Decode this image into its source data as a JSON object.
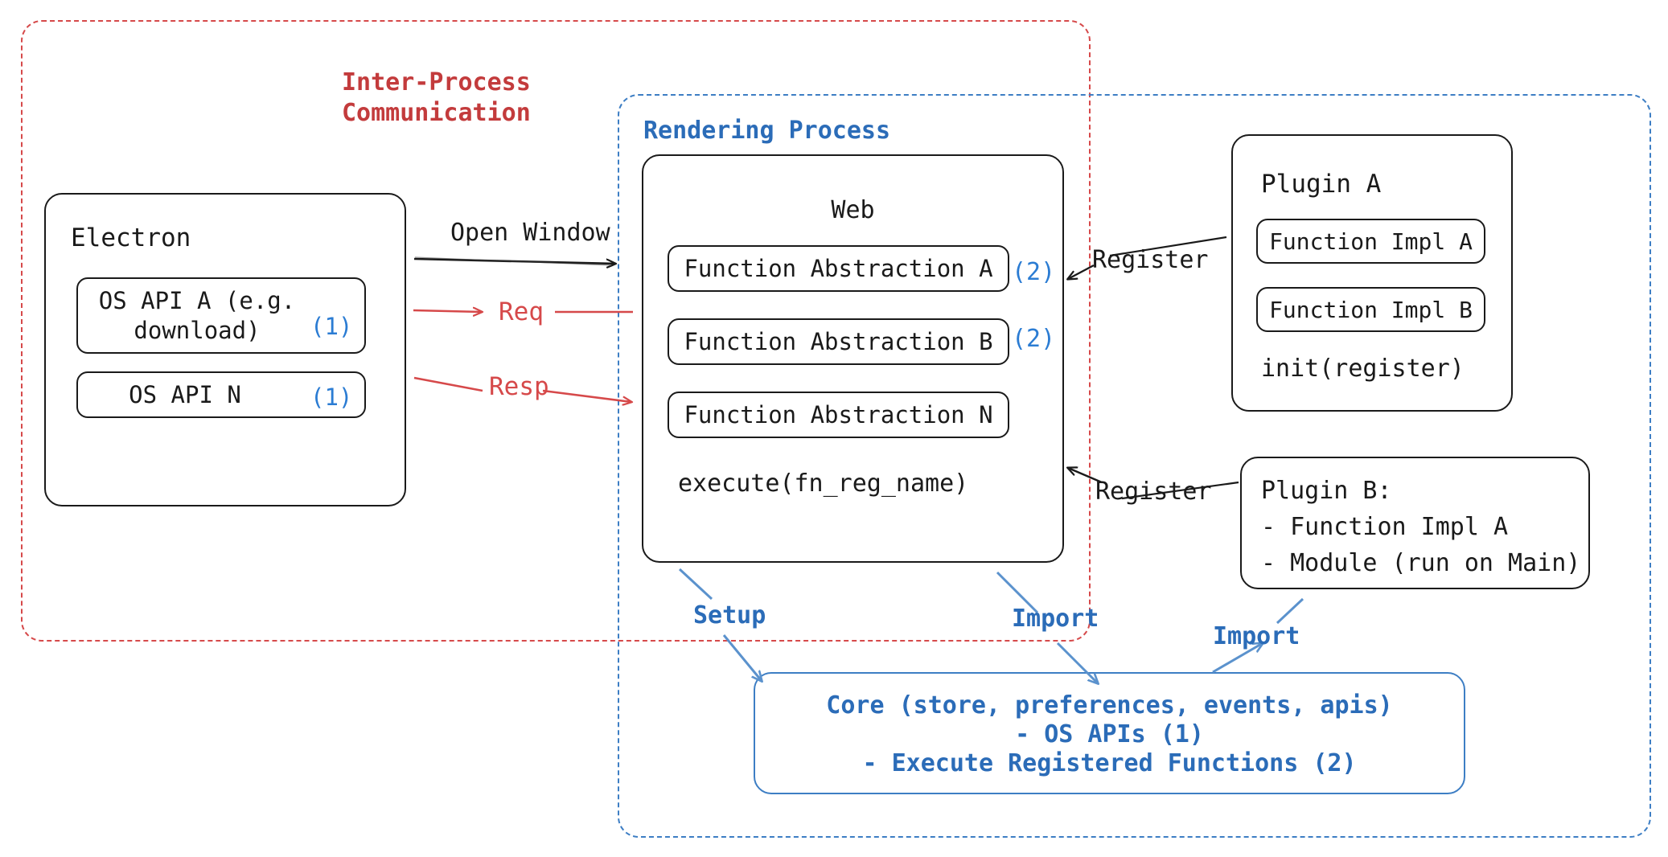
{
  "diagram": {
    "title_hidden": "",
    "boundaries": [
      {
        "id": "ipc",
        "label": "Inter-Process\nCommunication",
        "color": "#c33b3c",
        "style": "dashed"
      },
      {
        "id": "rendering",
        "label": "Rendering Process",
        "color": "#2b6cb8",
        "style": "dashed"
      }
    ],
    "nodes": {
      "electron": {
        "title": "Electron",
        "children": [
          {
            "label": "OS API A (e.g.\ndownload)",
            "marker": "(1)"
          },
          {
            "label": "OS API N",
            "marker": "(1)"
          }
        ]
      },
      "web": {
        "title": "Web",
        "children": [
          {
            "label": "Function Abstraction A",
            "marker": "(2)"
          },
          {
            "label": "Function Abstraction B",
            "marker": "(2)"
          },
          {
            "label": "Function Abstraction N",
            "marker": ""
          }
        ],
        "footer": "execute(fn_reg_name)"
      },
      "plugin_a": {
        "title": "Plugin A",
        "children": [
          {
            "label": "Function Impl A"
          },
          {
            "label": "Function Impl B"
          }
        ],
        "footer": "init(register)"
      },
      "plugin_b": {
        "lines": [
          "Plugin B:",
          "- Function Impl A",
          "- Module (run on Main)"
        ]
      },
      "core": {
        "lines": [
          "Core (store, preferences, events, apis)",
          "- OS APIs (1)",
          "- Execute Registered Functions (2)"
        ]
      }
    },
    "edges": [
      {
        "id": "open-window",
        "label": "Open Window",
        "color": "#1a1a1a"
      },
      {
        "id": "req",
        "label": "Req",
        "color": "#d6494a"
      },
      {
        "id": "resp",
        "label": "Resp",
        "color": "#d6494a"
      },
      {
        "id": "register-a",
        "label": "Register",
        "color": "#1a1a1a"
      },
      {
        "id": "register-b",
        "label": "Register",
        "color": "#1a1a1a"
      },
      {
        "id": "setup",
        "label": "Setup",
        "color": "#2b6cb8"
      },
      {
        "id": "import-web",
        "label": "Import",
        "color": "#2b6cb8"
      },
      {
        "id": "import-plugin-b",
        "label": "Import",
        "color": "#2b6cb8"
      }
    ],
    "colors": {
      "ink": "#1a1a1a",
      "red": "#d6494a",
      "red_text": "#c33b3c",
      "blue": "#3d7ec4",
      "blue_text": "#2b6cb8",
      "blue_accent": "#2b7cd3"
    }
  }
}
